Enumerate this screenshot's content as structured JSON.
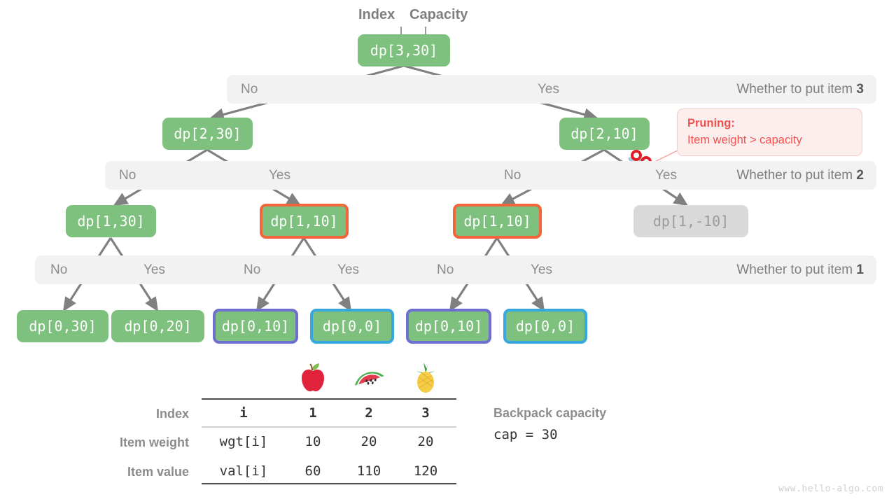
{
  "header": {
    "index_label": "Index",
    "capacity_label": "Capacity"
  },
  "tree": {
    "root": {
      "label": "dp[3,30]"
    },
    "level2": [
      {
        "label": "dp[2,30]"
      },
      {
        "label": "dp[2,10]"
      }
    ],
    "level3": [
      {
        "label": "dp[1,30]"
      },
      {
        "label": "dp[1,10]"
      },
      {
        "label": "dp[1,10]"
      },
      {
        "label": "dp[1,-10]"
      }
    ],
    "level4": [
      {
        "label": "dp[0,30]"
      },
      {
        "label": "dp[0,20]"
      },
      {
        "label": "dp[0,10]"
      },
      {
        "label": "dp[0,0]"
      },
      {
        "label": "dp[0,10]"
      },
      {
        "label": "dp[0,0]"
      }
    ]
  },
  "bands": [
    {
      "no": "No",
      "yes": "Yes",
      "right_prefix": "Whether to put item ",
      "right_num": "3"
    },
    {
      "no1": "No",
      "yes1": "Yes",
      "no2": "No",
      "yes2": "Yes",
      "right_prefix": "Whether to put item ",
      "right_num": "2"
    },
    {
      "no1": "No",
      "yes1": "Yes",
      "no2": "No",
      "yes2": "Yes",
      "no3": "No",
      "yes3": "Yes",
      "right_prefix": "Whether to put item ",
      "right_num": "1"
    }
  ],
  "callout": {
    "line1": "Pruning",
    "line1_colon": ":",
    "line2": "Item weight > capacity"
  },
  "icons": {
    "scissors": "scissors-icon",
    "apple": "apple-icon",
    "watermelon": "watermelon-icon",
    "pineapple": "pineapple-icon"
  },
  "table": {
    "row_labels": [
      "Index",
      "Item weight",
      "Item value"
    ],
    "col0": [
      "i",
      "wgt[i]",
      "val[i]"
    ],
    "columns": [
      "1",
      "2",
      "3"
    ],
    "weights": [
      "10",
      "20",
      "20"
    ],
    "values": [
      "60",
      "110",
      "120"
    ]
  },
  "capacity": {
    "title": "Backpack capacity",
    "expr": "cap = 30"
  },
  "watermark": "www.hello-algo.com",
  "colors": {
    "node_green": "#7ec17e",
    "node_muted": "#d9d9d9",
    "band_grey": "#f2f2f2",
    "hl_orange": "#f1663a",
    "hl_purple": "#6e6fd0",
    "hl_blue": "#35a8e0",
    "pruning_red": "#ef5350",
    "arrow_grey": "#808080"
  }
}
